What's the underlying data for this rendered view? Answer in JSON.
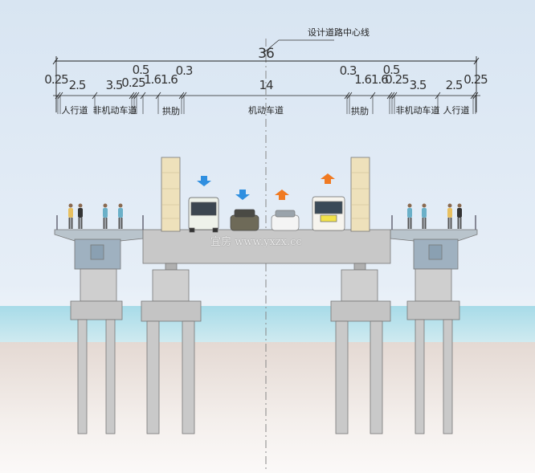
{
  "centerline_label": "设计道路中心线",
  "total_width": "36",
  "dimensions": {
    "l_edge1": "0.25",
    "l_walk": "2.5",
    "l_bike": "3.5",
    "l_edge2": "0.25",
    "l_sep": "0.5",
    "l_rib": "1.61.6",
    "l_gap": "0.3",
    "motor": "14",
    "r_gap": "0.3",
    "r_rib": "1.61.6",
    "r_sep": "0.5",
    "r_edge2": "0.25",
    "r_bike": "3.5",
    "r_walk": "2.5",
    "r_edge1": "0.25"
  },
  "zones": {
    "l_walk": "人行道",
    "l_bike": "非机动车道",
    "l_rib": "拱肋",
    "motor": "机动车道",
    "r_rib": "拱肋",
    "r_bike": "非机动车道",
    "r_walk": "人行道"
  },
  "watermark": "宜房 www.yxzx.cc",
  "colors": {
    "down_arrow": "#2f8fe0",
    "up_arrow": "#f07a22",
    "concrete": "#c9c9c9",
    "rib": "#eee1bb"
  }
}
